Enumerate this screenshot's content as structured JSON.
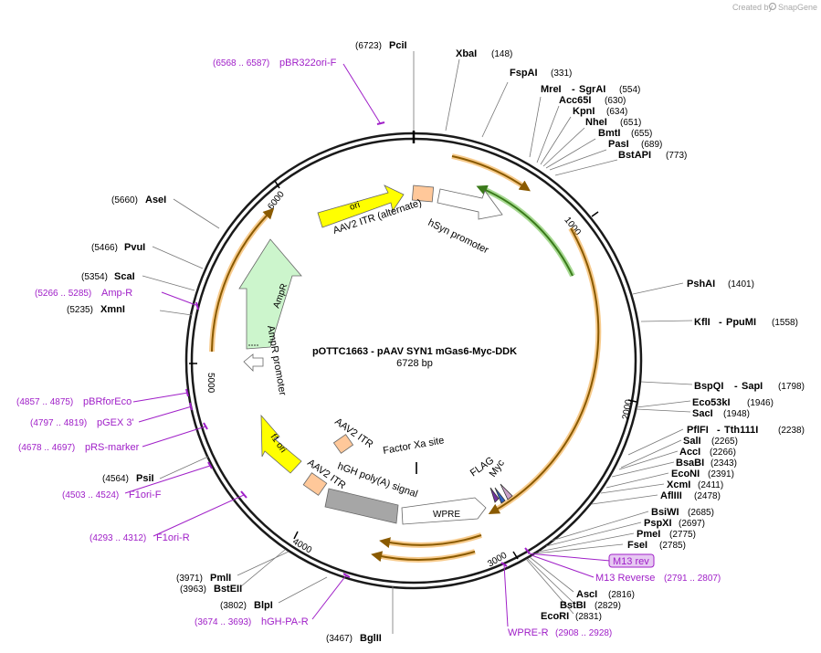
{
  "brand": {
    "created_by": "Created by",
    "name": "SnapGene"
  },
  "plasmid": {
    "name": "pOTTC1663 - pAAV SYN1 mGas6-Myc-DDK",
    "size": "6728 bp"
  },
  "ticks": [
    "1000",
    "2000",
    "3000",
    "4000",
    "5000",
    "6000"
  ],
  "enzymes_right": [
    {
      "name": "XbaI",
      "pos": "(148)"
    },
    {
      "name": "FspAI",
      "pos": "(331)"
    },
    {
      "name": "MreI",
      "name2": "SgrAI",
      "pos": "(554)"
    },
    {
      "name": "Acc65I",
      "pos": "(630)"
    },
    {
      "name": "KpnI",
      "pos": "(634)"
    },
    {
      "name": "NheI",
      "pos": "(651)"
    },
    {
      "name": "BmtI",
      "pos": "(655)"
    },
    {
      "name": "PasI",
      "pos": "(689)"
    },
    {
      "name": "BstAPI",
      "pos": "(773)"
    },
    {
      "name": "PshAI",
      "pos": "(1401)"
    },
    {
      "name": "KflI",
      "name2": "PpuMI",
      "pos": "(1558)"
    },
    {
      "name": "BspQI",
      "name2": "SapI",
      "pos": "(1798)"
    },
    {
      "name": "Eco53kI",
      "pos": "(1946)"
    },
    {
      "name": "SacI",
      "pos": "(1948)"
    },
    {
      "name": "PflFI",
      "name2": "Tth111I",
      "pos": "(2238)"
    },
    {
      "name": "SalI",
      "pos": "(2265)"
    },
    {
      "name": "AccI",
      "pos": "(2266)"
    },
    {
      "name": "BsaBI",
      "pos": "(2343)"
    },
    {
      "name": "EcoNI",
      "pos": "(2391)"
    },
    {
      "name": "XcmI",
      "pos": "(2411)"
    },
    {
      "name": "AflIII",
      "pos": "(2478)"
    },
    {
      "name": "BsiWI",
      "pos": "(2685)"
    },
    {
      "name": "PspXI",
      "pos": "(2697)"
    },
    {
      "name": "PmeI",
      "pos": "(2775)"
    },
    {
      "name": "FseI",
      "pos": "(2785)"
    },
    {
      "name": "AscI",
      "pos": "(2816)"
    },
    {
      "name": "BstBI",
      "pos": "(2829)"
    },
    {
      "name": "EcoRI",
      "pos": "(2831)"
    }
  ],
  "enzymes_left": [
    {
      "name": "PciI",
      "pos": "(6723)"
    },
    {
      "name": "AseI",
      "pos": "(5660)"
    },
    {
      "name": "PvuI",
      "pos": "(5466)"
    },
    {
      "name": "ScaI",
      "pos": "(5354)"
    },
    {
      "name": "XmnI",
      "pos": "(5235)"
    },
    {
      "name": "PsiI",
      "pos": "(4564)"
    },
    {
      "name": "PmlI",
      "pos": "(3971)"
    },
    {
      "name": "BstEII",
      "pos": "(3963)"
    },
    {
      "name": "BlpI",
      "pos": "(3802)"
    },
    {
      "name": "BglII",
      "pos": "(3467)"
    }
  ],
  "primers": [
    {
      "name": "pBR322ori-F",
      "range": "(6568 .. 6587)"
    },
    {
      "name": "Amp-R",
      "range": "(5266 .. 5285)"
    },
    {
      "name": "pBRforEco",
      "range": "(4857 .. 4875)"
    },
    {
      "name": "pGEX 3'",
      "range": "(4797 .. 4819)"
    },
    {
      "name": "pRS-marker",
      "range": "(4678 .. 4697)"
    },
    {
      "name": "F1ori-F",
      "range": "(4503 .. 4524)"
    },
    {
      "name": "F1ori-R",
      "range": "(4293 .. 4312)"
    },
    {
      "name": "hGH-PA-R",
      "range": "(3674 .. 3693)"
    },
    {
      "name": "M13 rev",
      "range": ""
    },
    {
      "name": "M13 Reverse",
      "range": "(2791 .. 2807)"
    },
    {
      "name": "WPRE-R",
      "range": "(2908 .. 2928)"
    }
  ],
  "features": {
    "ori": "ori",
    "aav2_itr_alt": "AAV2 ITR (alternate)",
    "hsyn": "hSyn promoter",
    "ampr": "AmpR",
    "ampr_promoter": "AmpR promoter",
    "f1_ori": "f1 ori",
    "aav2_itr_1": "AAV2 ITR",
    "aav2_itr_2": "AAV2 ITR",
    "factor_xa": "Factor Xa site",
    "hgh": "hGH poly(A) signal",
    "flag": "FLAG",
    "myc": "Myc",
    "wpre": "WPRE"
  },
  "colors": {
    "backbone": "#1a1a1a",
    "orf_orange": "#f0a030",
    "orf_green": "#6cc04a",
    "ori_yellow": "#ffff00",
    "ampr_green": "#ccf5cc",
    "itr_peach": "#ffc89a",
    "hgh_gray": "#a6a6a6",
    "primer_purple": "#a020c8"
  }
}
